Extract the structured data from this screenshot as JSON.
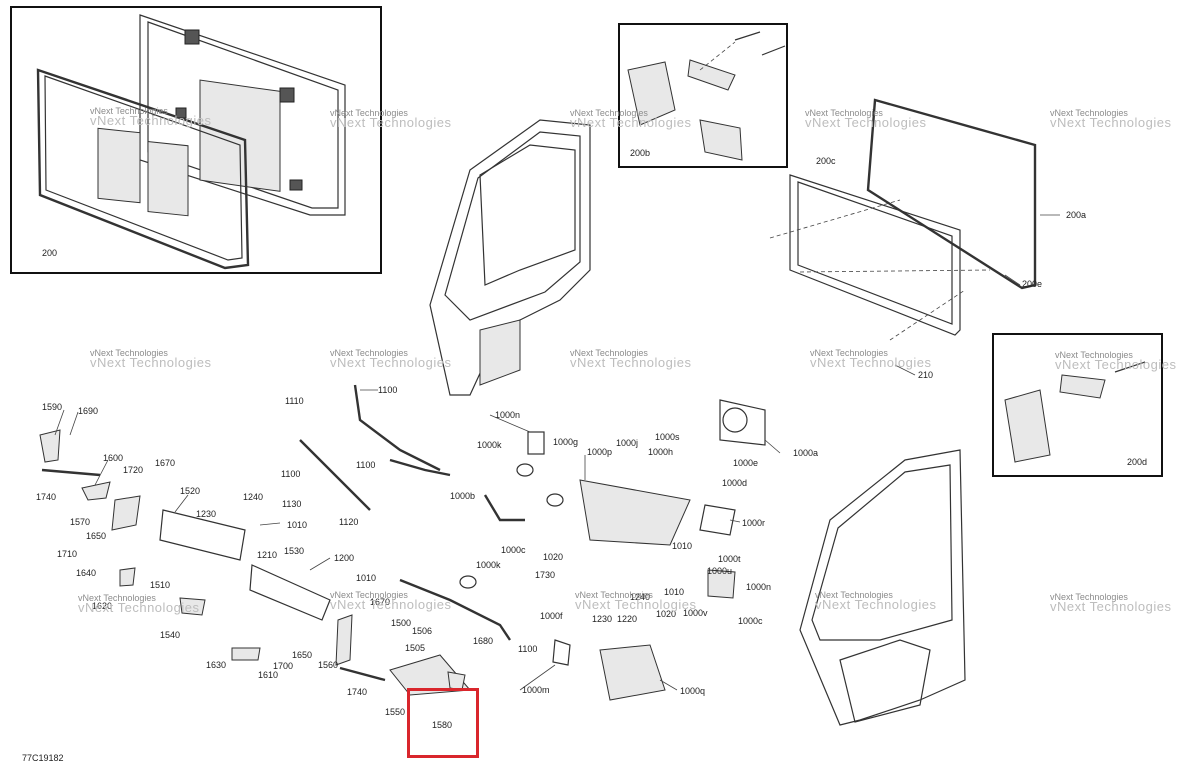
{
  "diagram_code": "77C19182",
  "watermark": {
    "line1": "vNext Technologies",
    "line2": "vNext Technologies"
  },
  "inset_labels": {
    "inset_200": "200",
    "inset_200b": "200b",
    "inset_200d": "200d"
  },
  "selected_callout": "1580",
  "callouts": [
    "1590",
    "1690",
    "1740",
    "1600",
    "1720",
    "1670",
    "1570",
    "1650",
    "1520",
    "1230",
    "1240",
    "1010",
    "1710",
    "1210",
    "1530",
    "1640",
    "1510",
    "1620",
    "1540",
    "1200",
    "1010",
    "1670",
    "1500",
    "1506",
    "1505",
    "1630",
    "1700",
    "1650",
    "1560",
    "1610",
    "1740",
    "1550",
    "1580",
    "1680",
    "1110",
    "1100",
    "1130",
    "1120",
    "1100",
    "1100",
    "1000n",
    "1000k",
    "1000g",
    "1000b",
    "1000c",
    "1000k",
    "1000p",
    "1000j",
    "1000s",
    "1000h",
    "1000e",
    "1000d",
    "1000a",
    "1000r",
    "1010",
    "1000t",
    "1000u",
    "1000n",
    "1020",
    "1730",
    "1240",
    "1010",
    "1000f",
    "1230",
    "1220",
    "1020",
    "1000v",
    "1000c",
    "1100",
    "1000m",
    "1000q",
    "200c",
    "200a",
    "200e",
    "210"
  ],
  "colors": {
    "highlight": "#d9262c",
    "line": "#333333",
    "watermark": "#8c8c8c"
  }
}
